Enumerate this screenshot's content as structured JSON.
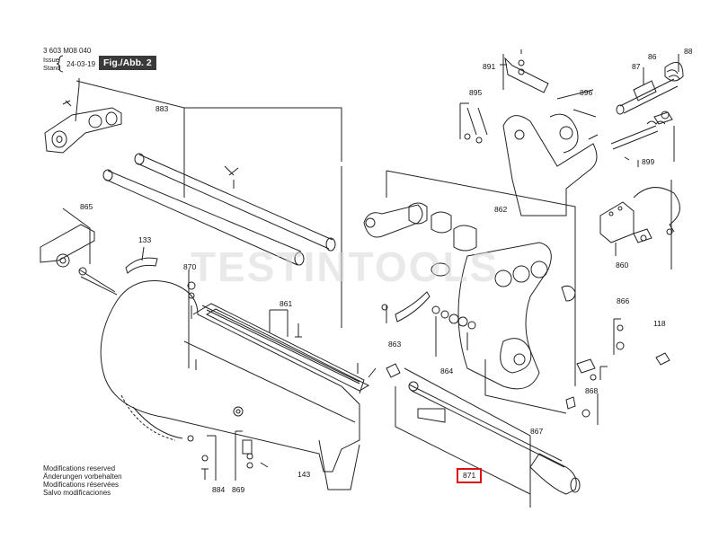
{
  "header": {
    "doc_number": "3 603 M08 040",
    "issue_label": "Issue",
    "stand_label": "Stand",
    "issue_date": "24-03-19",
    "fig_label": "Fig./Abb. 2"
  },
  "watermark": "TESTINTOOLS",
  "modifications": [
    "Modifications reserved",
    "Änderungen vorbehalten",
    "Modifications réservées",
    "Salvo modificaciones"
  ],
  "callouts": {
    "c883": "883",
    "c865": "865",
    "c133": "133",
    "c870": "870",
    "c861": "861",
    "c884": "884",
    "c869": "869",
    "c143": "143",
    "c891": "891",
    "c895": "895",
    "c896": "896",
    "c88": "88",
    "c86": "86",
    "c87": "87",
    "c899": "899",
    "c862": "862",
    "c860": "860",
    "c866": "866",
    "c118": "118",
    "c863": "863",
    "c864": "864",
    "c868": "868",
    "c867": "867",
    "c871": "871"
  },
  "colors": {
    "line": "#222222",
    "highlight": "#d11111",
    "watermark": "#d8d8d8"
  }
}
